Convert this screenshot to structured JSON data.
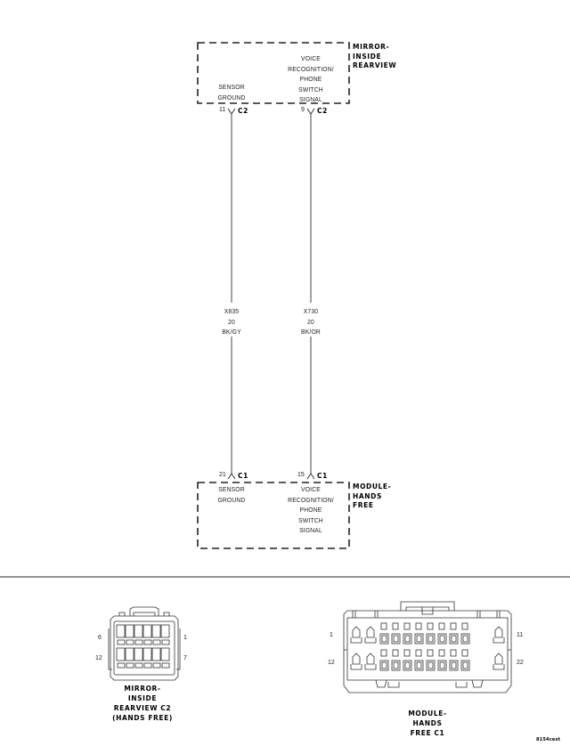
{
  "components": {
    "mirror": {
      "name_lines": [
        "MIRROR-",
        "INSIDE",
        "REARVIEW"
      ],
      "pins": [
        {
          "label_lines": [
            "SENSOR",
            "GROUND"
          ],
          "pin": "11",
          "connector": "C2"
        },
        {
          "label_lines": [
            "VOICE",
            "RECOGNITION/",
            "PHONE",
            "SWITCH",
            "SIGNAL"
          ],
          "pin": "9",
          "connector": "C2"
        }
      ]
    },
    "module": {
      "name_lines": [
        "MODULE-",
        "HANDS",
        "FREE"
      ],
      "pins": [
        {
          "label_lines": [
            "SENSOR",
            "GROUND"
          ],
          "pin": "21",
          "connector": "C1"
        },
        {
          "label_lines": [
            "VOICE",
            "RECOGNITION/",
            "PHONE",
            "SWITCH",
            "SIGNAL"
          ],
          "pin": "15",
          "connector": "C1"
        }
      ]
    }
  },
  "wires": [
    {
      "circuit": "X835",
      "gauge": "20",
      "color": "BK/GY"
    },
    {
      "circuit": "X730",
      "gauge": "20",
      "color": "BK/OR"
    }
  ],
  "connector_views": {
    "mirror_c2": {
      "caption_lines": [
        "MIRROR-",
        "INSIDE",
        "REARVIEW C2",
        "(HANDS FREE)"
      ],
      "pin_labels": {
        "top_left": "6",
        "top_right": "1",
        "bottom_left": "12",
        "bottom_right": "7"
      }
    },
    "module_c1": {
      "caption_lines": [
        "MODULE-",
        "HANDS",
        "FREE C1"
      ],
      "pin_labels": {
        "top_left": "1",
        "top_right": "11",
        "bottom_left": "12",
        "bottom_right": "22"
      }
    }
  },
  "figure_id": "8154cest",
  "colors": {
    "line": "#222222",
    "wire": "#444444",
    "divider": "#555555"
  }
}
